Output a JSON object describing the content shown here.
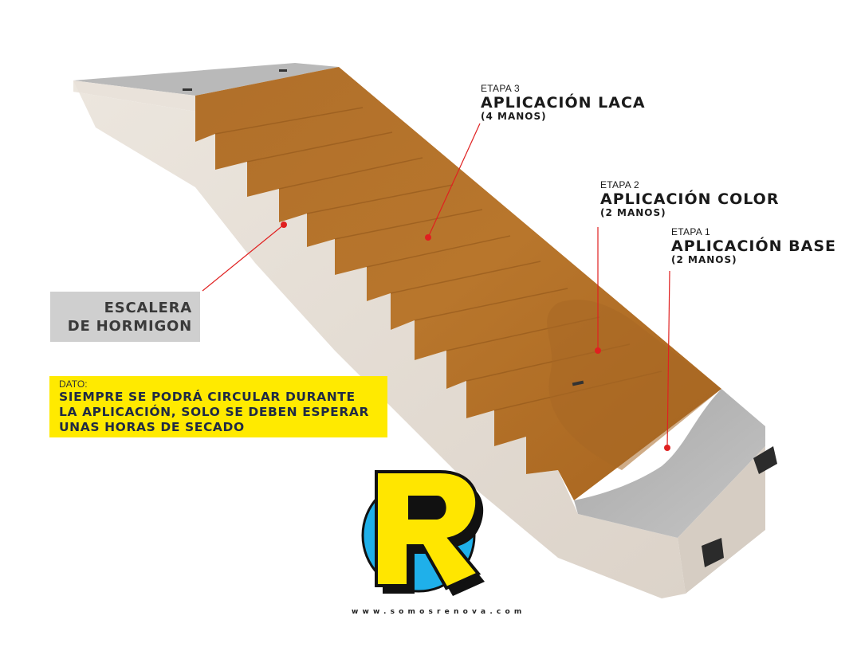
{
  "stages": [
    {
      "etapa": "ETAPA 3",
      "title": "APLICACIÓN LACA",
      "sub": "(4 MANOS)"
    },
    {
      "etapa": "ETAPA 2",
      "title": "APLICACIÓN COLOR",
      "sub": "(2 MANOS)"
    },
    {
      "etapa": "ETAPA 1",
      "title": "APLICACIÓN BASE",
      "sub": "(2 MANOS)"
    }
  ],
  "structure_label": {
    "line1": "ESCALERA",
    "line2": "DE HORMIGON"
  },
  "dato": {
    "label": "DATO:",
    "lines": [
      "SIEMPRE SE PODRÁ CIRCULAR DURANTE",
      "LA APLICACIÓN, SOLO SE DEBEN ESPERAR",
      "UNAS HORAS DE SECADO"
    ]
  },
  "logo": {
    "letter": "R"
  },
  "website": "www.somosrenova.com",
  "colors": {
    "lacquer": "#b8742a",
    "concrete": "#e4dcd4",
    "base_coat": "#a8a8a8",
    "callout": "#e02020",
    "highlight": "#ffea00",
    "logo_circle": "#1fb0ea",
    "logo_letter": "#ffe600"
  }
}
